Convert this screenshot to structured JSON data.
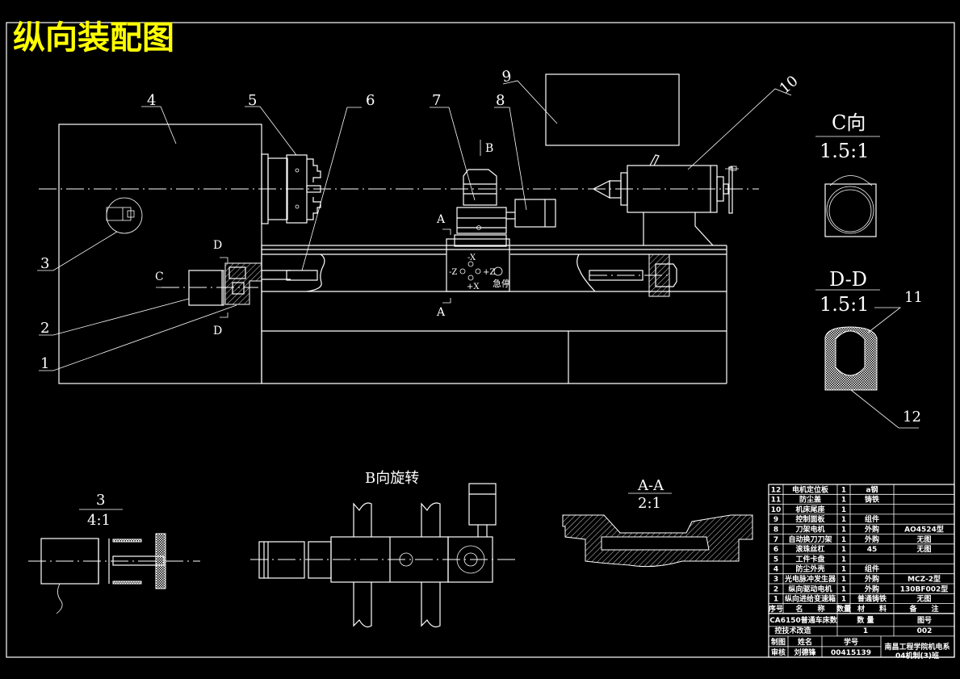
{
  "title": "纵向装配图",
  "balloons": [
    "1",
    "2",
    "3",
    "4",
    "5",
    "6",
    "7",
    "8",
    "9",
    "10",
    "11",
    "12"
  ],
  "view_labels": {
    "section_A": "A",
    "section_D": "D",
    "view_B": "B",
    "view_C": "C",
    "c_view_name": "C向",
    "c_view_scale": "1.5:1",
    "dd_name": "D-D",
    "dd_scale": "1.5:1",
    "detail3_name": "3",
    "detail3_scale": "4:1",
    "b_rot_name": "B向旋转",
    "aa_name": "A-A",
    "aa_scale": "2:1"
  },
  "control_panel": {
    "minus_x": "-X",
    "plus_x": "+X",
    "minus_z": "-Z",
    "plus_z": "+Z",
    "estop": "急停"
  },
  "parts_list": {
    "rows": [
      {
        "no": "12",
        "name": "电机定位板",
        "qty": "1",
        "material": "a钢",
        "remark": ""
      },
      {
        "no": "11",
        "name": "防尘盖",
        "qty": "1",
        "material": "铸铁",
        "remark": ""
      },
      {
        "no": "10",
        "name": "机床尾座",
        "qty": "1",
        "material": "",
        "remark": ""
      },
      {
        "no": "9",
        "name": "控制面板",
        "qty": "1",
        "material": "组件",
        "remark": ""
      },
      {
        "no": "8",
        "name": "刀架电机",
        "qty": "1",
        "material": "外购",
        "remark": "AO4524型"
      },
      {
        "no": "7",
        "name": "自动换刀刀架",
        "qty": "1",
        "material": "外购",
        "remark": "无图"
      },
      {
        "no": "6",
        "name": "滚珠丝杠",
        "qty": "1",
        "material": "45",
        "remark": "无图"
      },
      {
        "no": "5",
        "name": "工件卡盘",
        "qty": "1",
        "material": "",
        "remark": ""
      },
      {
        "no": "4",
        "name": "防尘外壳",
        "qty": "1",
        "material": "组件",
        "remark": ""
      },
      {
        "no": "3",
        "name": "光电脉冲发生器",
        "qty": "1",
        "material": "外购",
        "remark": "MCZ-2型"
      },
      {
        "no": "2",
        "name": "纵向驱动电机",
        "qty": "1",
        "material": "外购",
        "remark": "130BF002型"
      },
      {
        "no": "1",
        "name": "纵向进给变速箱",
        "qty": "1",
        "material": "普通铸铁",
        "remark": "无图"
      }
    ],
    "header": {
      "no": "序号",
      "name": "名　　称",
      "qty": "数量",
      "material": "材　　料",
      "remark": "备　　注"
    }
  },
  "title_block": {
    "drawing_name_1": "CA6150普通车床数",
    "drawing_name_2": "控技术改造",
    "qty_label": "数 量",
    "qty_value": "1",
    "drawing_no_label": "图号",
    "drawing_no_value": "002",
    "drawn_label": "制图",
    "checked_label": "审核",
    "name_label": "姓名",
    "name_value": "刘德锋",
    "student_id_label": "学号",
    "student_id_value": "00415139",
    "school_line_1": "南昌工程学院机电系",
    "school_line_2": "04机制(3)班"
  },
  "colors": {
    "background": "#000000",
    "lines": "#ffffff",
    "title": "#ffff00"
  }
}
